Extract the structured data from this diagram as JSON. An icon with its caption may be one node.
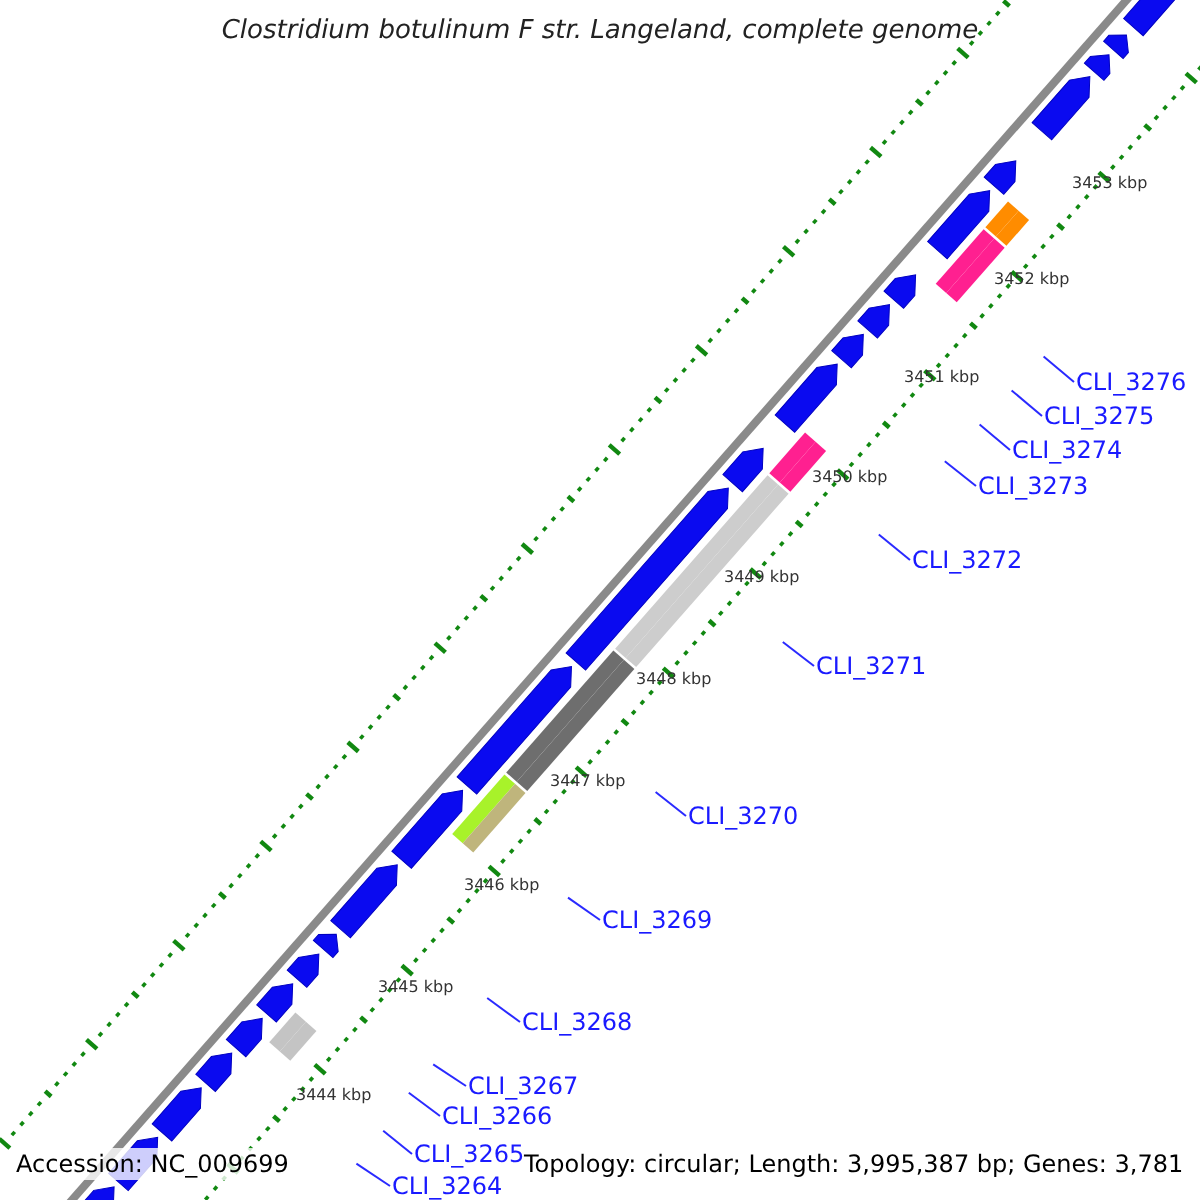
{
  "diagram": {
    "title": "Clostridium botulinum F str. Langeland, complete genome",
    "nodes": [
      {
        "text": [
          "CLI_3276"
        ]
      },
      {
        "text": [
          "CLI_3275"
        ]
      },
      {
        "text": [
          "CLI_3274"
        ]
      },
      {
        "text": [
          "CLI_3273"
        ]
      },
      {
        "text": [
          "CLI_3272"
        ]
      },
      {
        "text": [
          "CLI_3271"
        ]
      },
      {
        "text": [
          "CLI_3270"
        ]
      },
      {
        "text": [
          "CLI_3269"
        ]
      },
      {
        "text": [
          "CLI_3268"
        ]
      },
      {
        "text": [
          "CLI_3267"
        ]
      },
      {
        "text": [
          "CLI_3266"
        ]
      },
      {
        "text": [
          "CLI_3265"
        ]
      },
      {
        "text": [
          "CLI_3264"
        ]
      }
    ],
    "edges": [
      {
        "from": 0,
        "to": null,
        "arrow": "none"
      },
      {
        "from": 1,
        "to": null,
        "arrow": "none"
      },
      {
        "from": 2,
        "to": null,
        "arrow": "none"
      },
      {
        "from": 3,
        "to": null,
        "arrow": "none"
      },
      {
        "from": 4,
        "to": null,
        "arrow": "none"
      },
      {
        "from": 5,
        "to": null,
        "arrow": "none"
      },
      {
        "from": 6,
        "to": null,
        "arrow": "none"
      },
      {
        "from": 7,
        "to": null,
        "arrow": "none"
      },
      {
        "from": 8,
        "to": null,
        "arrow": "none"
      },
      {
        "from": 9,
        "to": null,
        "arrow": "none"
      },
      {
        "from": 10,
        "to": null,
        "arrow": "none"
      },
      {
        "from": 11,
        "to": null,
        "arrow": "none"
      },
      {
        "from": 12,
        "to": null,
        "arrow": "none"
      }
    ],
    "labels": [
      "3453 kbp",
      "3452 kbp",
      "3451 kbp",
      "3450 kbp",
      "3449 kbp",
      "3448 kbp",
      "3447 kbp",
      "3446 kbp",
      "3445 kbp",
      "3444 kbp",
      "Accession: NC_009699",
      "Topology: circular; Length: 3,995,387 bp; Genes: 3,781"
    ]
  }
}
